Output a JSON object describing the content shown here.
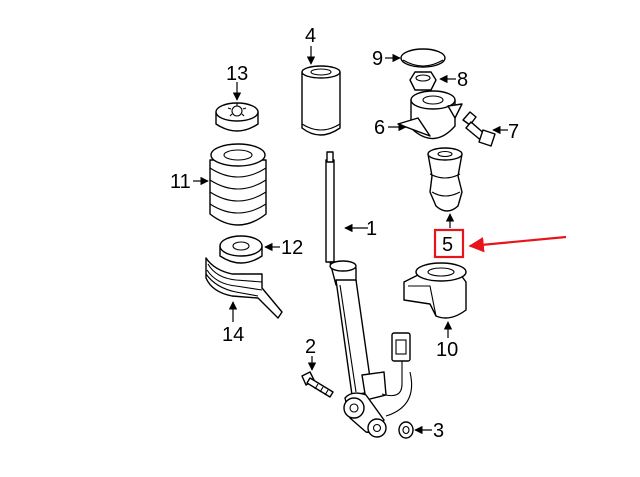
{
  "diagram": {
    "callouts": {
      "1": "1",
      "2": "2",
      "3": "3",
      "4": "4",
      "5": "5",
      "6": "6",
      "7": "7",
      "8": "8",
      "9": "9",
      "10": "10",
      "11": "11",
      "12": "12",
      "13": "13",
      "14": "14"
    },
    "colors": {
      "highlight": "#e8141c",
      "line": "#000000",
      "background": "#ffffff"
    }
  }
}
